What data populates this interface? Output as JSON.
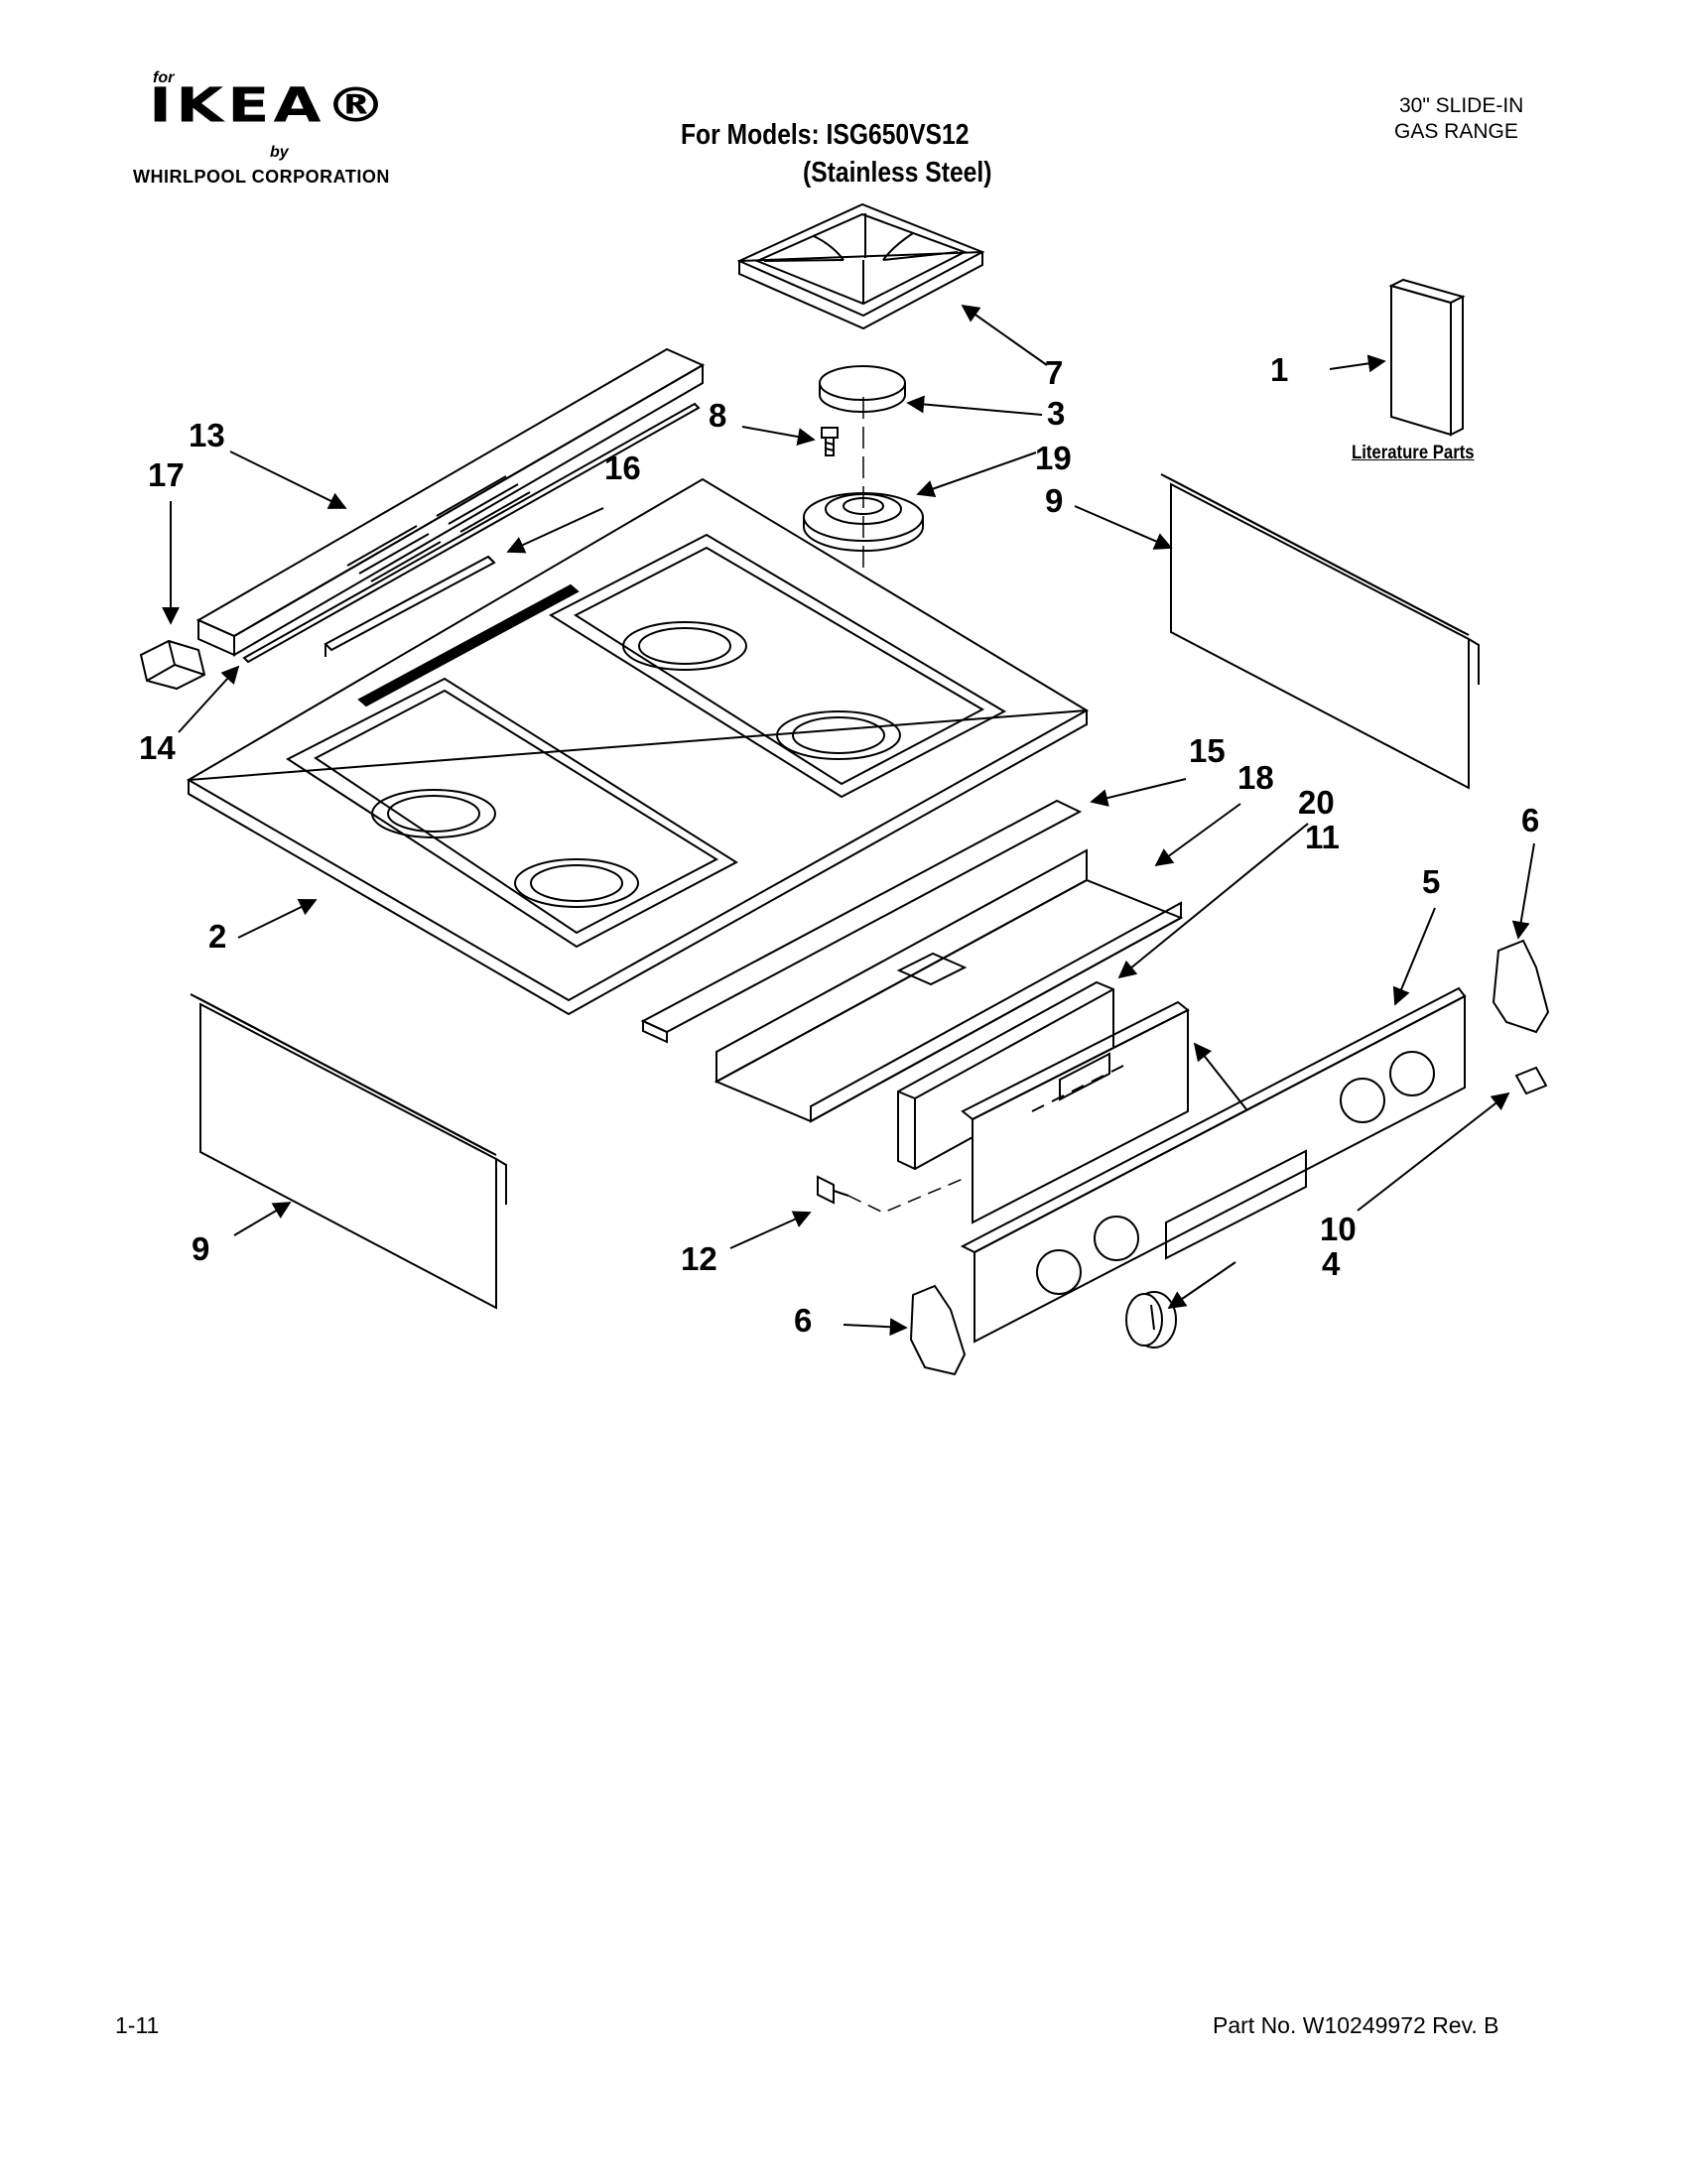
{
  "header": {
    "brand_for": "for",
    "brand_name": "IKEA®",
    "brand_by": "by",
    "brand_corp": "WHIRLPOOL CORPORATION",
    "models_line": "For Models: ISG650VS12",
    "variant_line": "(Stainless Steel)",
    "range_line1": "30\" SLIDE-IN",
    "range_line2": "GAS RANGE"
  },
  "literature_label": "Literature Parts",
  "callouts": [
    "1",
    "2",
    "3",
    "4",
    "5",
    "6",
    "6",
    "7",
    "8",
    "9",
    "9",
    "10",
    "11",
    "12",
    "13",
    "14",
    "15",
    "16",
    "17",
    "18",
    "19",
    "20"
  ],
  "footer": {
    "page": "1-11",
    "part_no": "Part No. W10249972 Rev. B"
  }
}
